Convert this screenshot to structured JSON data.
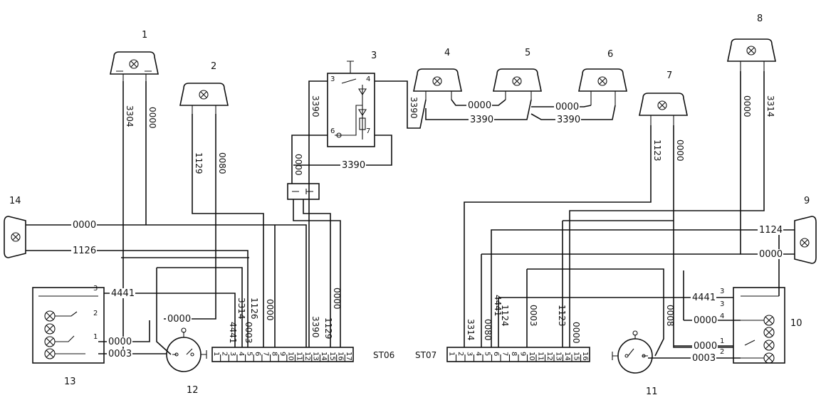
{
  "components": [
    {
      "id": "1",
      "label": "1"
    },
    {
      "id": "2",
      "label": "2"
    },
    {
      "id": "3",
      "label": "3"
    },
    {
      "id": "4",
      "label": "4"
    },
    {
      "id": "5",
      "label": "5"
    },
    {
      "id": "6",
      "label": "6"
    },
    {
      "id": "7",
      "label": "7"
    },
    {
      "id": "8",
      "label": "8"
    },
    {
      "id": "9",
      "label": "9"
    },
    {
      "id": "10",
      "label": "10"
    },
    {
      "id": "11",
      "label": "11"
    },
    {
      "id": "12",
      "label": "12"
    },
    {
      "id": "13",
      "label": "13"
    },
    {
      "id": "14",
      "label": "14"
    }
  ],
  "connectors": {
    "left": {
      "name": "ST06",
      "pins": [
        "1",
        "2",
        "3",
        "4",
        "5",
        "6",
        "7",
        "8",
        "9",
        "10",
        "11",
        "12",
        "13",
        "14",
        "15",
        "16",
        "17"
      ]
    },
    "right": {
      "name": "ST07",
      "pins": [
        "1",
        "2",
        "3",
        "4",
        "5",
        "6",
        "7",
        "8",
        "9",
        "10",
        "11",
        "12",
        "13",
        "14",
        "15",
        "16"
      ]
    }
  },
  "relay_pins": {
    "p3": "3",
    "p4": "4",
    "p6": "6",
    "p7": "7"
  },
  "wire_labels": {
    "w3304": "3304",
    "w0000": "0000",
    "w1129": "1129",
    "w0080": "0080",
    "w3390": "3390",
    "w1123": "1123",
    "w3314": "3314",
    "w1126": "1126",
    "w1124": "1124",
    "w4441": "4441",
    "w0003": "0003",
    "w0008": "0008",
    "w0003b": "0003",
    "w0080b": "0080",
    "w4441b": "4441"
  },
  "switch_labels": {
    "s3": "3",
    "s2": "2",
    "s1": "1",
    "s4": "4"
  }
}
